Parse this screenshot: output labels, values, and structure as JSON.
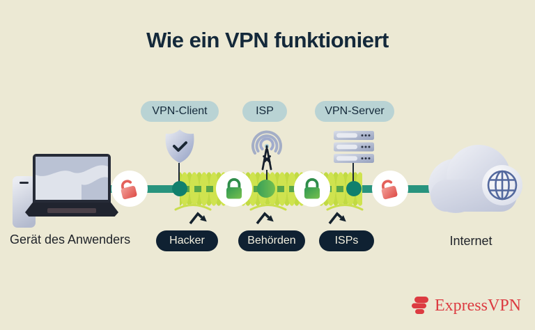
{
  "title": "Wie ein VPN funktioniert",
  "stations": [
    {
      "label": "VPN-Client"
    },
    {
      "label": "ISP"
    },
    {
      "label": "VPN-Server"
    }
  ],
  "threats": [
    {
      "label": "Hacker"
    },
    {
      "label": "Behörden"
    },
    {
      "label": "ISPs"
    }
  ],
  "endpoints": {
    "device": "Gerät des Anwenders",
    "internet": "Internet"
  },
  "brand": {
    "name": "ExpressVPN",
    "color": "#DC3B41"
  },
  "colors": {
    "background": "#ECE9D4",
    "navy": "#14293A",
    "teal_line": "#28947E",
    "node_teal": "#10806D",
    "tunnel_lime": "#CFE34F",
    "dash_green": "#57A549",
    "pill_light": "#B9D3D4",
    "pill_dark": "#0F2132",
    "locked_green": "#3FA457",
    "unlocked_red": "#DE4B47"
  },
  "icons": {
    "client": "shield-check-icon",
    "isp": "radio-tower-icon",
    "server": "server-rack-icon",
    "encrypted": "lock-closed-icon",
    "unencrypted": "lock-open-icon",
    "internet": "cloud-globe-icon",
    "device": "laptop-phone-icon",
    "blocked": "deflect-arrow-icon"
  }
}
